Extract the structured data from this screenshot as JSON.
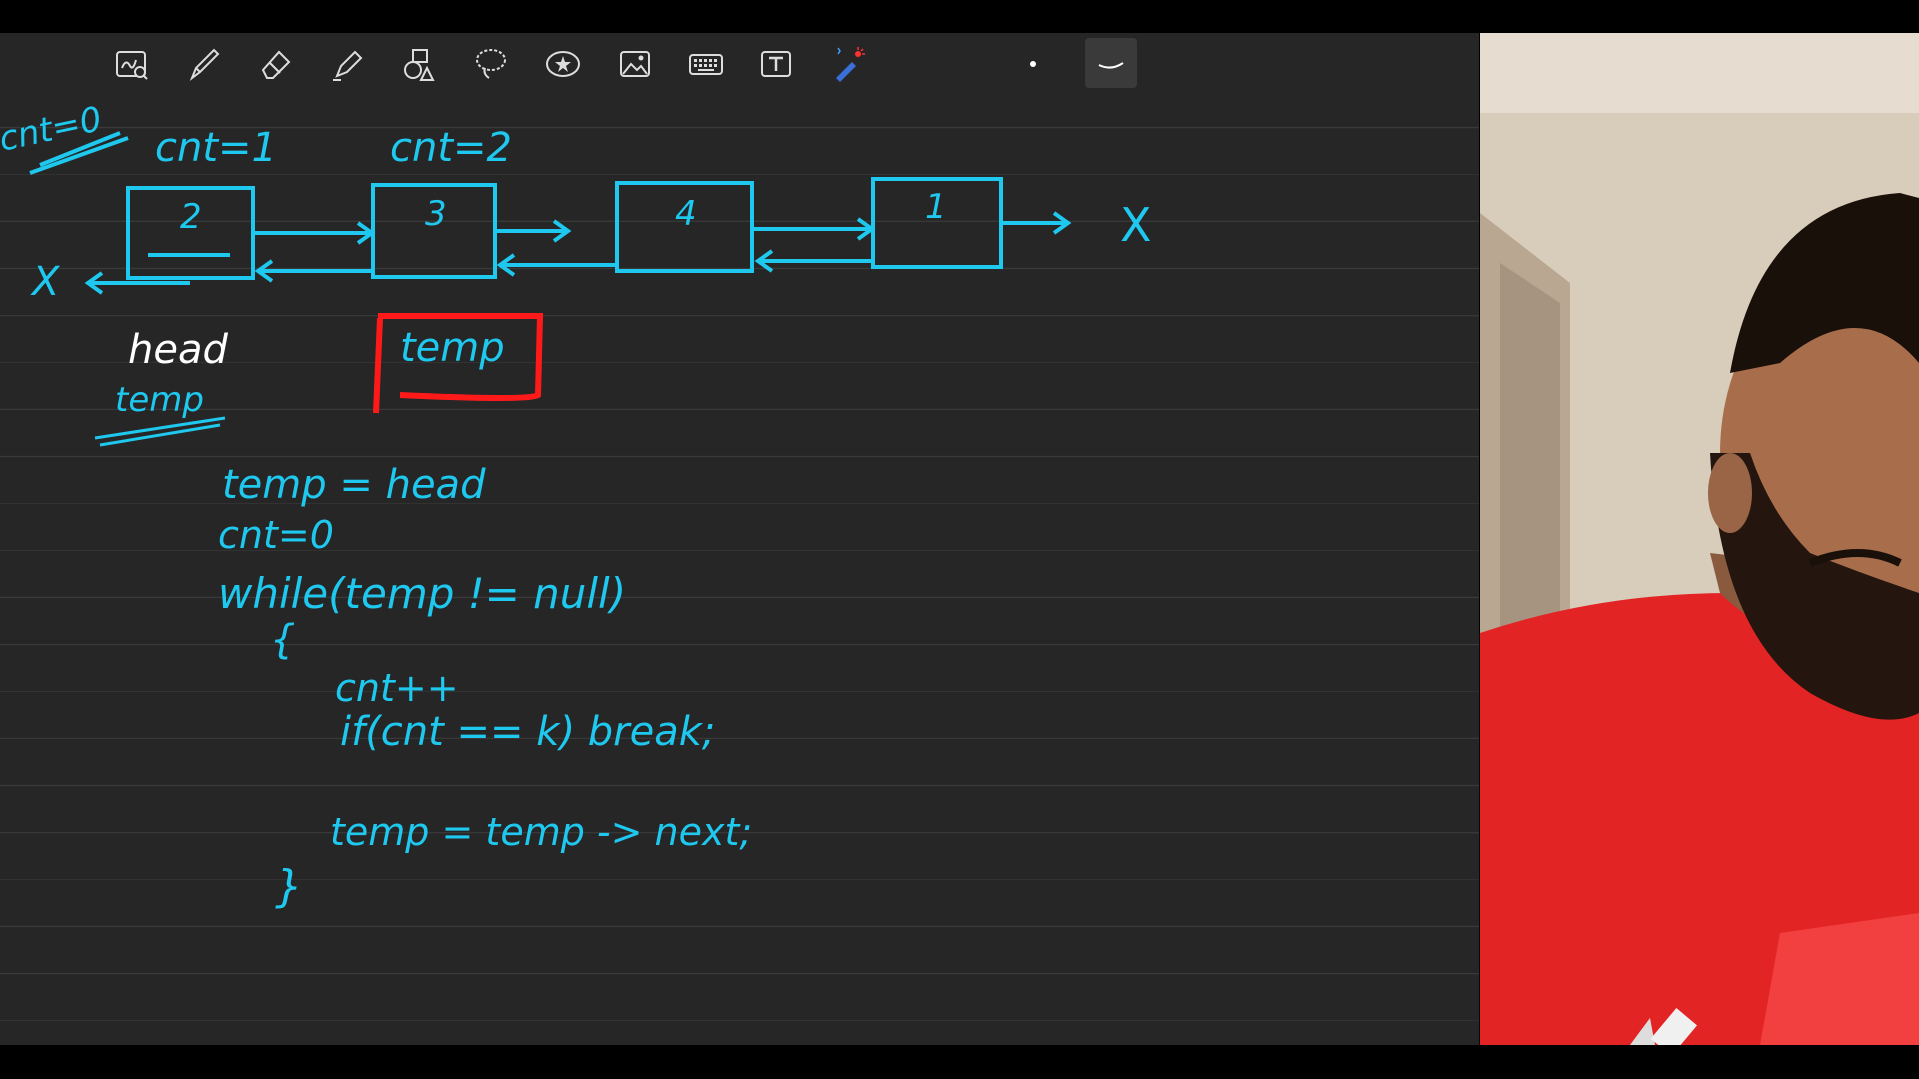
{
  "toolbar": {
    "tools": [
      {
        "name": "zoom-handwriting-tool",
        "icon": "magnify-pen-icon"
      },
      {
        "name": "pen-tool",
        "icon": "pen-icon"
      },
      {
        "name": "eraser-tool",
        "icon": "eraser-icon"
      },
      {
        "name": "highlighter-tool",
        "icon": "highlighter-icon"
      },
      {
        "name": "shapes-tool",
        "icon": "shapes-icon"
      },
      {
        "name": "lasso-tool",
        "icon": "lasso-icon"
      },
      {
        "name": "sticker-tool",
        "icon": "star-icon"
      },
      {
        "name": "image-tool",
        "icon": "image-icon"
      },
      {
        "name": "keyboard-tool",
        "icon": "keyboard-icon"
      },
      {
        "name": "text-tool",
        "icon": "text-icon"
      },
      {
        "name": "laser-pointer-tool",
        "icon": "laser-pointer-icon"
      }
    ],
    "pen_size_selected": "thin",
    "pen_stroke_selected": "curve"
  },
  "colors": {
    "ink_cyan": "#1ec8ee",
    "ink_white": "#ffffff",
    "ink_red": "#ff1a1a",
    "canvas": "#262626",
    "rule_line": "#3a3a3a"
  },
  "notes": {
    "cnt_labels": [
      "cnt=0",
      "cnt=1",
      "cnt=2"
    ],
    "nodes": [
      "2",
      "3",
      "4",
      "1"
    ],
    "null_left": "X",
    "null_right": "X",
    "head_label": "head",
    "temp_struck": "temp",
    "temp_boxed": "temp",
    "code": [
      "temp = head",
      "cnt=0",
      "while(temp != null)",
      "{",
      "cnt++",
      "if(cnt == k)  break;",
      "temp = temp -> next;",
      "}"
    ]
  }
}
